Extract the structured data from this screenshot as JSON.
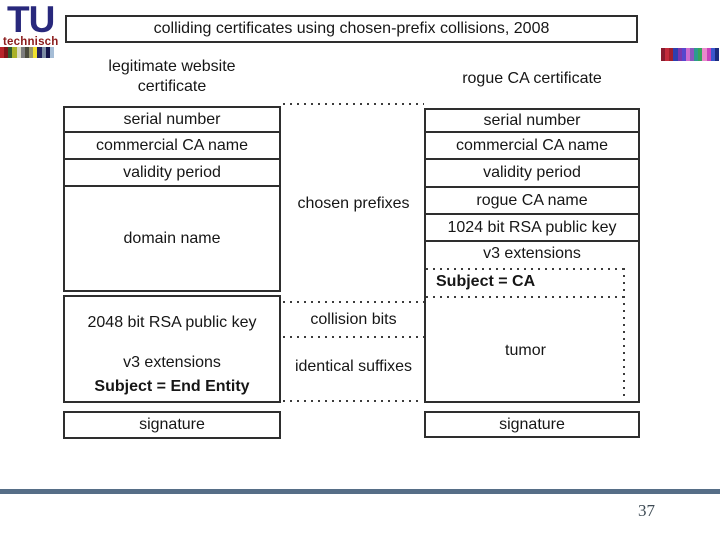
{
  "slide": {
    "title": "colliding certificates using chosen-prefix collisions, 2008",
    "page_number": "37"
  },
  "logo": {
    "text": "TU",
    "subtext": "technisch",
    "left_band_colors": [
      "#b8252a",
      "#801518",
      "#2e5a30",
      "#a9b129",
      "#d9d9c4",
      "#7d7d7d",
      "#4c4c3c",
      "#97976b",
      "#efe12f",
      "#21215e",
      "#7b8ba3",
      "#15154a",
      "#a5bdd6"
    ],
    "right_band_colors": [
      "#8a1b2e",
      "#c42b3c",
      "#a11f2c",
      "#2e3fae",
      "#7a35ad",
      "#5647cd",
      "#cf6ccf",
      "#8b57bd",
      "#2d9b8e",
      "#36a55a",
      "#e989cb",
      "#c843bb",
      "#3a57cc",
      "#1b2b7d"
    ]
  },
  "left_certificate": {
    "header": [
      "legitimate website",
      "certificate"
    ],
    "rows": [
      "serial number",
      "commercial CA name",
      "validity period",
      "domain name"
    ],
    "body_lines": [
      "2048 bit RSA public key",
      "v3 extensions",
      "Subject = End Entity"
    ],
    "signature": "signature"
  },
  "right_certificate": {
    "header": "rogue CA certificate",
    "rows": [
      "serial number",
      "commercial CA name",
      "validity period",
      "rogue CA name",
      "1024 bit RSA public key",
      "v3 extensions"
    ],
    "subject": "Subject = CA",
    "body": "tumor",
    "signature": "signature"
  },
  "gap_labels": [
    "chosen prefixes",
    "collision bits",
    "identical suffixes"
  ],
  "colors": {
    "rule": "#566e87",
    "tu_blue": "#28287c",
    "tech_red": "#8b1c1c"
  }
}
